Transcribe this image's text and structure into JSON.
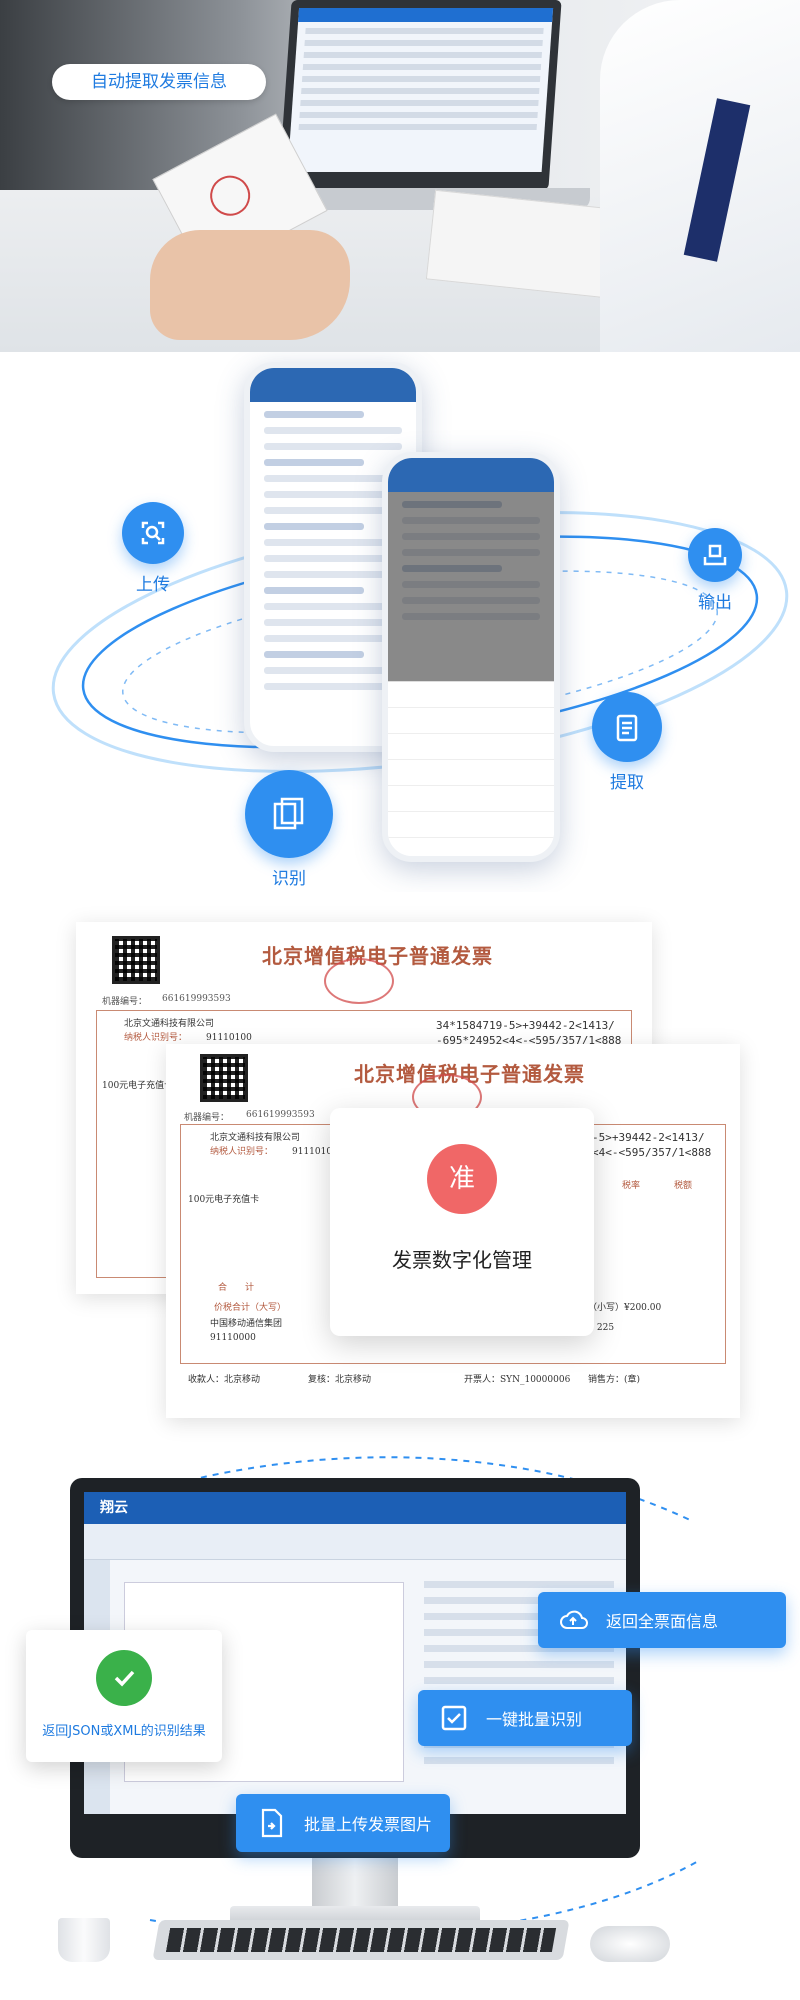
{
  "section_photo": {
    "label": "自动提取发票信息"
  },
  "section_phones": {
    "features": {
      "upload": "上传",
      "recognize": "识别",
      "extract": "提取",
      "output": "输出"
    }
  },
  "section_invoice": {
    "title": "北京增值税电子普通发票",
    "machine_no": "机器编号：",
    "machine_no_value": "661619993593",
    "buyer_name": "北京文通科技有限公司",
    "buyer_id_label": "纳税人识别号：",
    "buyer_id_value": "91110100",
    "code_block": "34*1584719-5>+39442-2<1413/\n-695*24952<4<-<595/357/1<888",
    "code_block_2": "-5>+39442-2<1413/\n<4<-<595/357/1<888",
    "item_name": "100元电子充值卡",
    "total_label": "合　　计",
    "tax_total_label": "价税合计（大写）",
    "small_total": "（小写）¥200.00",
    "price_col": "税率",
    "tax_col": "税额",
    "seller_name": "中国移动通信集团",
    "seller_id": "91110000",
    "remark": "话费充值卡表 发票流水号：225",
    "payee": "收款人：北京移动",
    "reviewer": "复核：北京移动",
    "issuer": "开票人：SYN_10000006",
    "seller_stamp": "销售方：(章)",
    "center_badge": "准",
    "center_text": "发票数字化管理"
  },
  "section_desktop": {
    "app_name": "翔云",
    "tag_return_all": "返回全票面信息",
    "tag_batch_recognize": "一键批量识别",
    "tag_batch_upload": "批量上传发票图片",
    "json_result": "返回JSON或XML的识别结果"
  }
}
